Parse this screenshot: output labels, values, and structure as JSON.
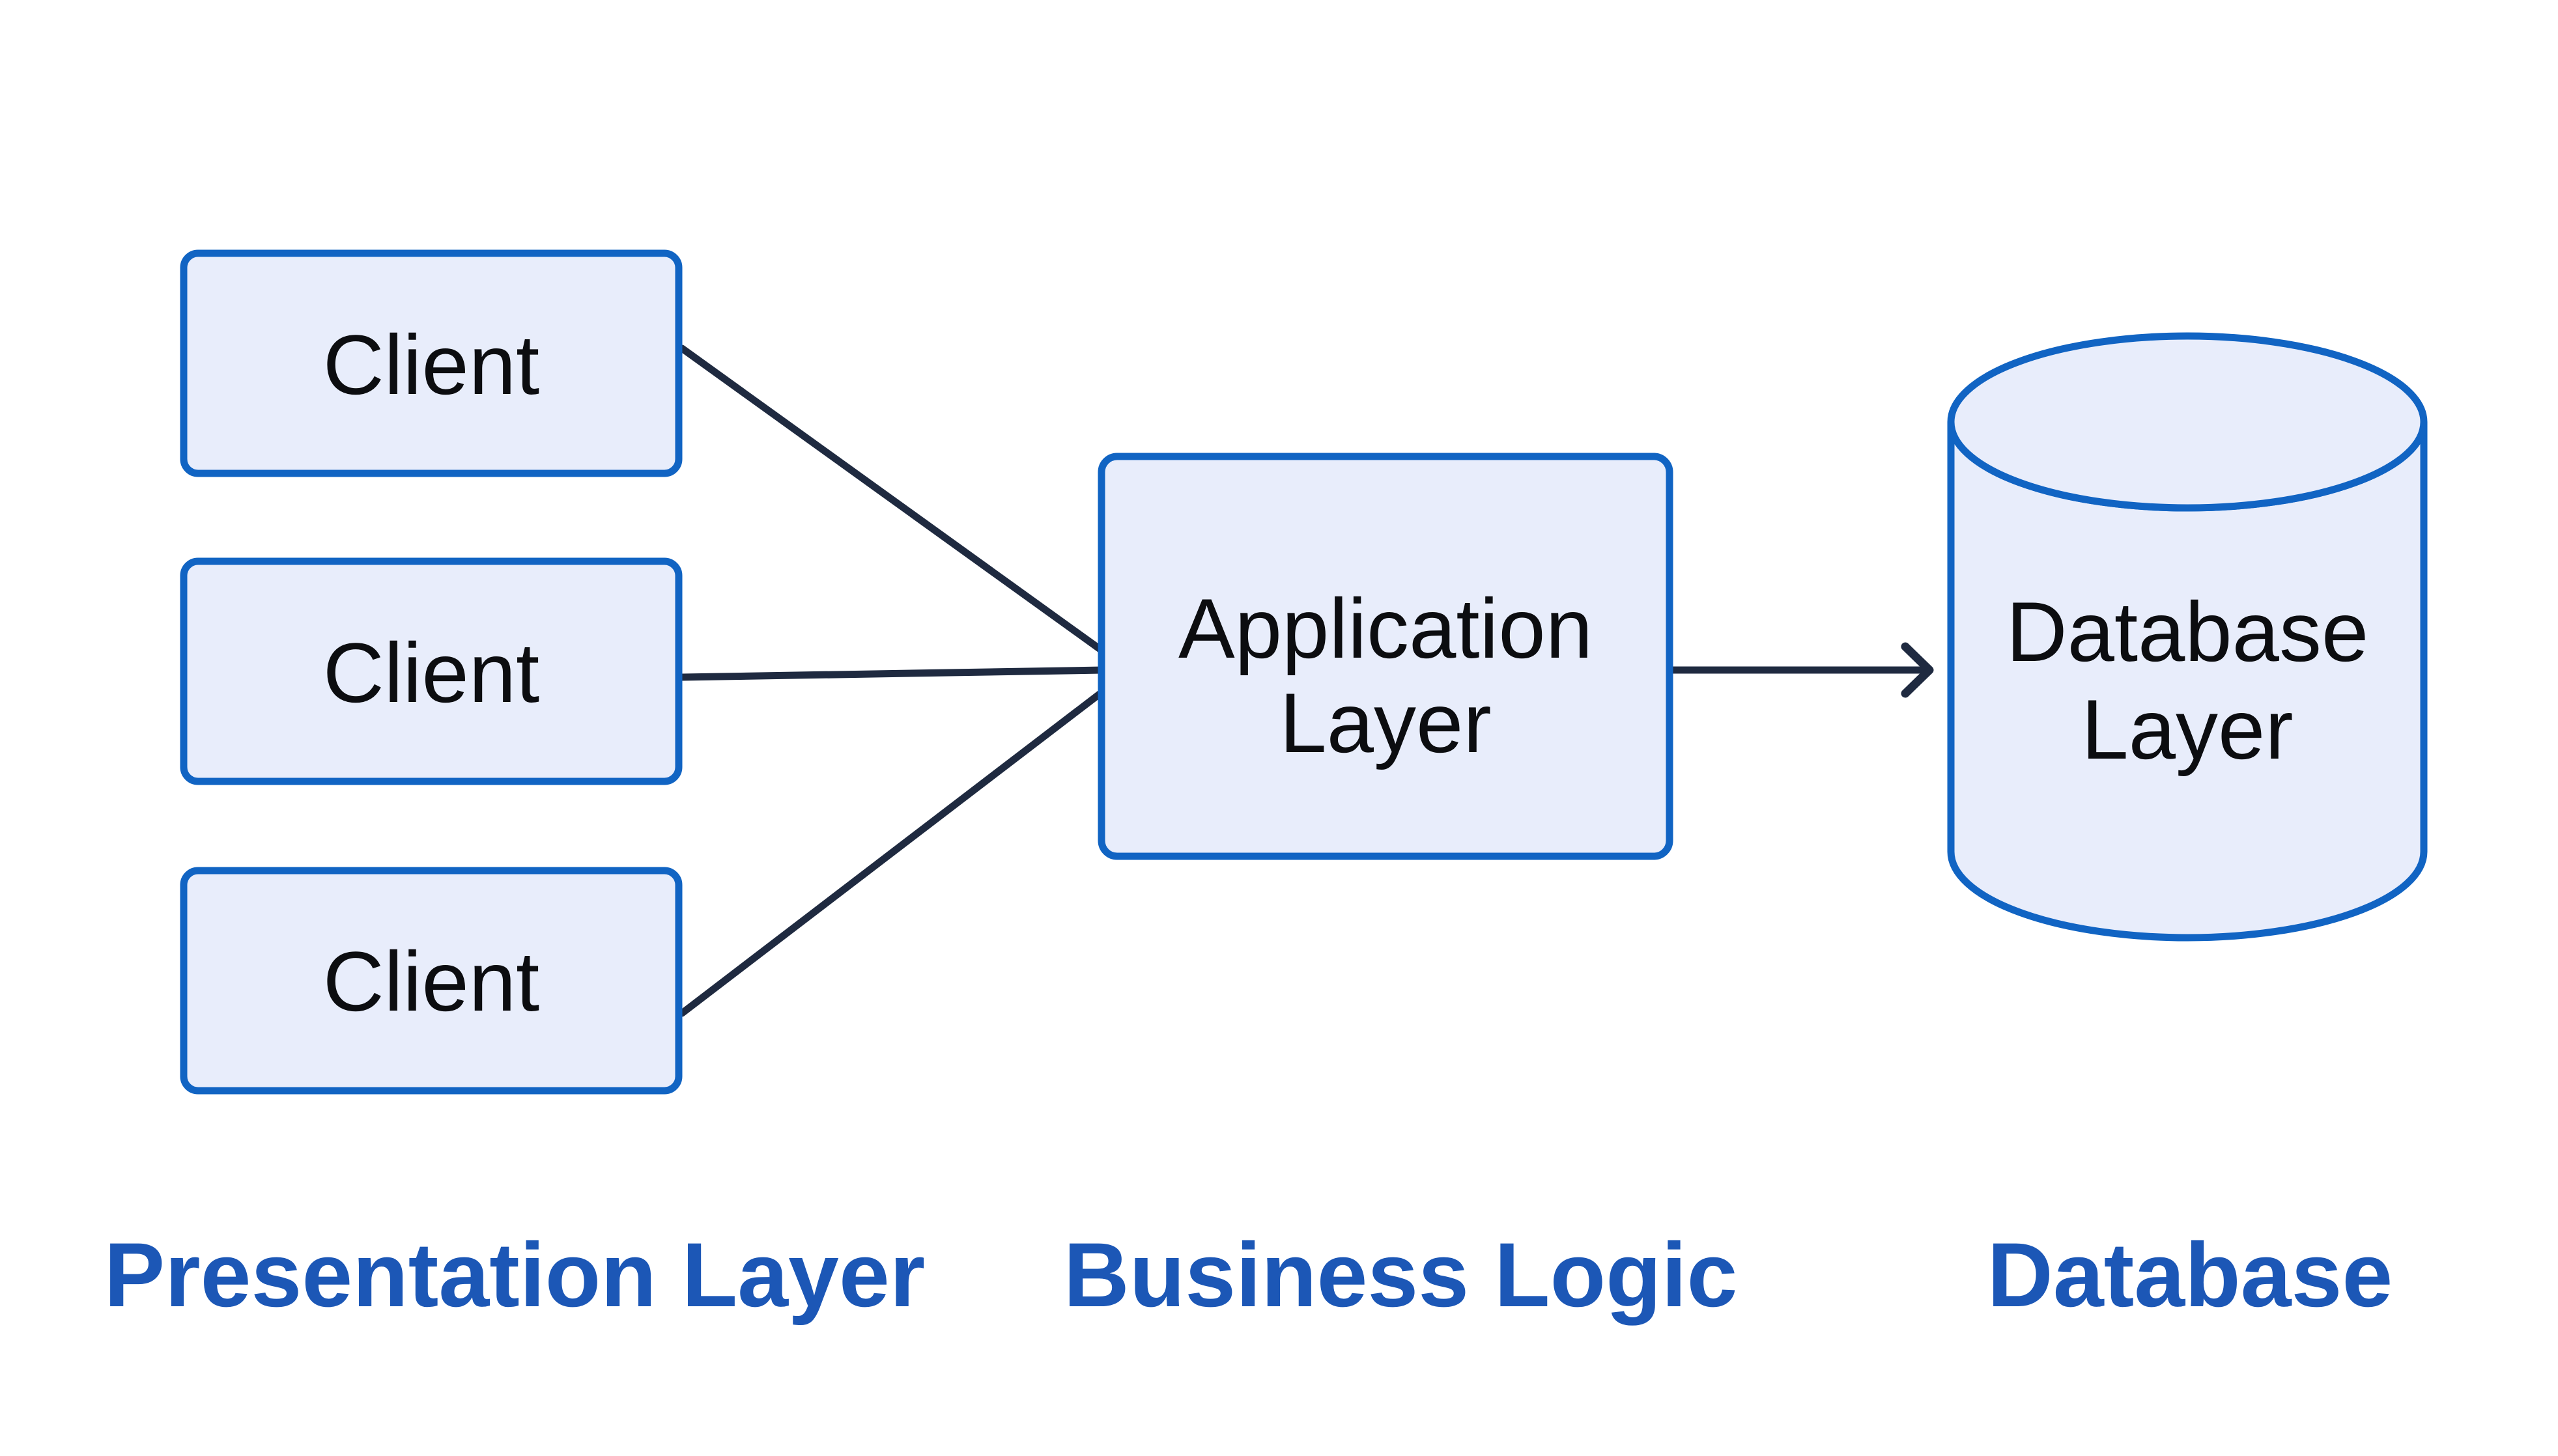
{
  "clients": [
    {
      "label": "Client"
    },
    {
      "label": "Client"
    },
    {
      "label": "Client"
    }
  ],
  "application": {
    "line1": "Application",
    "line2": "Layer"
  },
  "database_node": {
    "line1": "Database",
    "line2": "Layer"
  },
  "tiers": {
    "presentation": "Presentation Layer",
    "business": "Business Logic",
    "database": "Database"
  },
  "colors": {
    "background": "#ffffff",
    "node_fill": "#e8edfb",
    "node_border": "#1164c3",
    "connector": "#1f2a40",
    "node_text": "#0c0d10",
    "tier_label": "#1c57b6"
  }
}
